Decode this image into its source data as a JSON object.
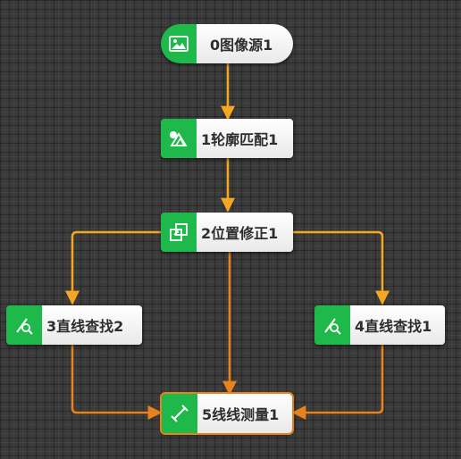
{
  "colors": {
    "background": "#3a3a3a",
    "node_icon_bg": "#1fb84b",
    "edge_yellow": "#f5a623",
    "edge_orange": "#e8821c",
    "selected_border": "#e8821c"
  },
  "nodes": {
    "image_source": {
      "label": "0图像源1",
      "icon": "image-icon"
    },
    "contour_match": {
      "label": "1轮廓匹配1",
      "icon": "contour-match-icon"
    },
    "position_correct": {
      "label": "2位置修正1",
      "icon": "position-correction-icon"
    },
    "line_find_2": {
      "label": "3直线查找2",
      "icon": "line-find-icon"
    },
    "line_find_1": {
      "label": "4直线查找1",
      "icon": "line-find-icon"
    },
    "line_measure": {
      "label": "5线线测量1",
      "icon": "line-measure-icon",
      "selected": true
    }
  },
  "edges": [
    {
      "from": "0图像源1",
      "to": "1轮廓匹配1"
    },
    {
      "from": "1轮廓匹配1",
      "to": "2位置修正1"
    },
    {
      "from": "2位置修正1",
      "to": "3直线查找2"
    },
    {
      "from": "2位置修正1",
      "to": "4直线查找1"
    },
    {
      "from": "2位置修正1",
      "to": "5线线测量1"
    },
    {
      "from": "3直线查找2",
      "to": "5线线测量1"
    },
    {
      "from": "4直线查找1",
      "to": "5线线测量1"
    }
  ]
}
